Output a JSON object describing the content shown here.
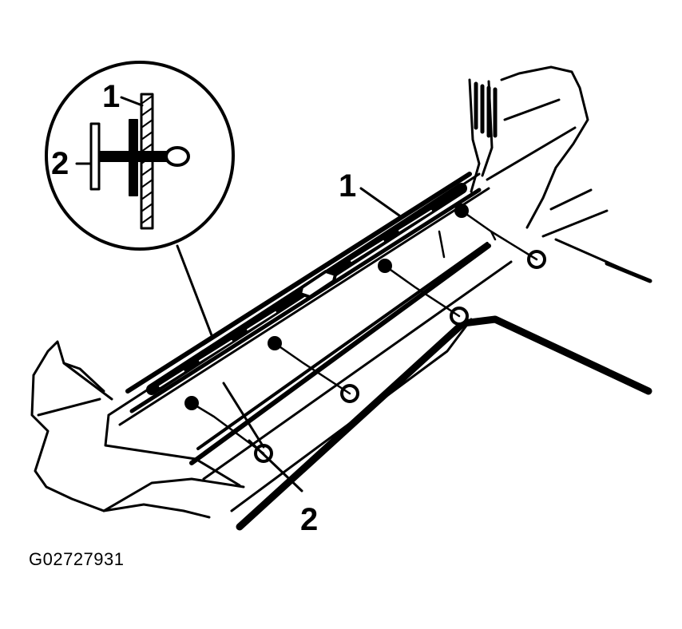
{
  "diagram": {
    "callouts": {
      "detail_1": "1",
      "detail_2": "2",
      "main_1": "1",
      "main_2": "2"
    },
    "figure_id": "G02727931"
  },
  "colors": {
    "ink": "#000000",
    "paper": "#ffffff"
  }
}
